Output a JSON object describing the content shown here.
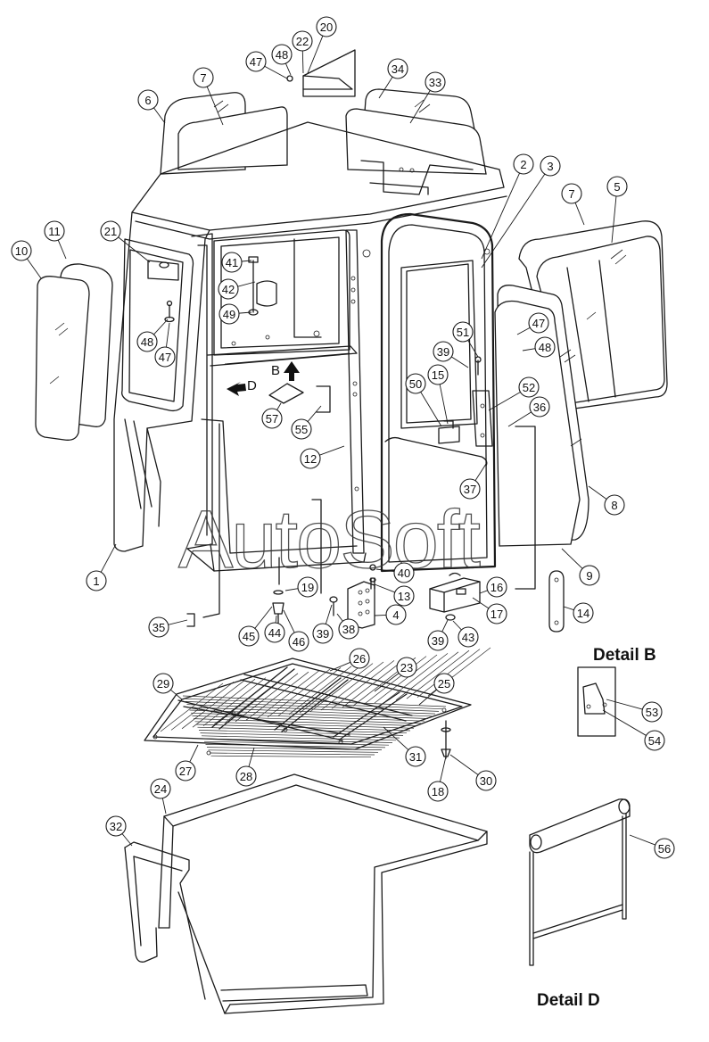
{
  "watermark": "AutoSoft",
  "detail_titles": {
    "detail_b": "Detail B",
    "detail_d": "Detail D"
  },
  "view_labels": {
    "b": "B",
    "d": "D"
  },
  "callouts": [
    {
      "id": "c1",
      "n": "1"
    },
    {
      "id": "c2",
      "n": "2"
    },
    {
      "id": "c3",
      "n": "3"
    },
    {
      "id": "c4",
      "n": "4"
    },
    {
      "id": "c5",
      "n": "5"
    },
    {
      "id": "c6",
      "n": "6"
    },
    {
      "id": "c7a",
      "n": "7"
    },
    {
      "id": "c7b",
      "n": "7"
    },
    {
      "id": "c8",
      "n": "8"
    },
    {
      "id": "c9",
      "n": "9"
    },
    {
      "id": "c10",
      "n": "10"
    },
    {
      "id": "c11",
      "n": "11"
    },
    {
      "id": "c12",
      "n": "12"
    },
    {
      "id": "c13",
      "n": "13"
    },
    {
      "id": "c14",
      "n": "14"
    },
    {
      "id": "c15",
      "n": "15"
    },
    {
      "id": "c16",
      "n": "16"
    },
    {
      "id": "c17",
      "n": "17"
    },
    {
      "id": "c18",
      "n": "18"
    },
    {
      "id": "c19",
      "n": "19"
    },
    {
      "id": "c20",
      "n": "20"
    },
    {
      "id": "c21",
      "n": "21"
    },
    {
      "id": "c22",
      "n": "22"
    },
    {
      "id": "c23",
      "n": "23"
    },
    {
      "id": "c24",
      "n": "24"
    },
    {
      "id": "c25",
      "n": "25"
    },
    {
      "id": "c26",
      "n": "26"
    },
    {
      "id": "c27",
      "n": "27"
    },
    {
      "id": "c28",
      "n": "28"
    },
    {
      "id": "c29",
      "n": "29"
    },
    {
      "id": "c30",
      "n": "30"
    },
    {
      "id": "c31",
      "n": "31"
    },
    {
      "id": "c32",
      "n": "32"
    },
    {
      "id": "c33",
      "n": "33"
    },
    {
      "id": "c34",
      "n": "34"
    },
    {
      "id": "c35",
      "n": "35"
    },
    {
      "id": "c36",
      "n": "36"
    },
    {
      "id": "c37",
      "n": "37"
    },
    {
      "id": "c38",
      "n": "38"
    },
    {
      "id": "c39a",
      "n": "39"
    },
    {
      "id": "c39b",
      "n": "39"
    },
    {
      "id": "c39c",
      "n": "39"
    },
    {
      "id": "c40",
      "n": "40"
    },
    {
      "id": "c41",
      "n": "41"
    },
    {
      "id": "c42",
      "n": "42"
    },
    {
      "id": "c43",
      "n": "43"
    },
    {
      "id": "c44",
      "n": "44"
    },
    {
      "id": "c45",
      "n": "45"
    },
    {
      "id": "c46",
      "n": "46"
    },
    {
      "id": "c47a",
      "n": "47"
    },
    {
      "id": "c47b",
      "n": "47"
    },
    {
      "id": "c47c",
      "n": "47"
    },
    {
      "id": "c48a",
      "n": "48"
    },
    {
      "id": "c48b",
      "n": "48"
    },
    {
      "id": "c48c",
      "n": "48"
    },
    {
      "id": "c49",
      "n": "49"
    },
    {
      "id": "c50",
      "n": "50"
    },
    {
      "id": "c51",
      "n": "51"
    },
    {
      "id": "c52",
      "n": "52"
    },
    {
      "id": "c53",
      "n": "53"
    },
    {
      "id": "c54",
      "n": "54"
    },
    {
      "id": "c55",
      "n": "55"
    },
    {
      "id": "c56",
      "n": "56"
    },
    {
      "id": "c57",
      "n": "57"
    }
  ]
}
